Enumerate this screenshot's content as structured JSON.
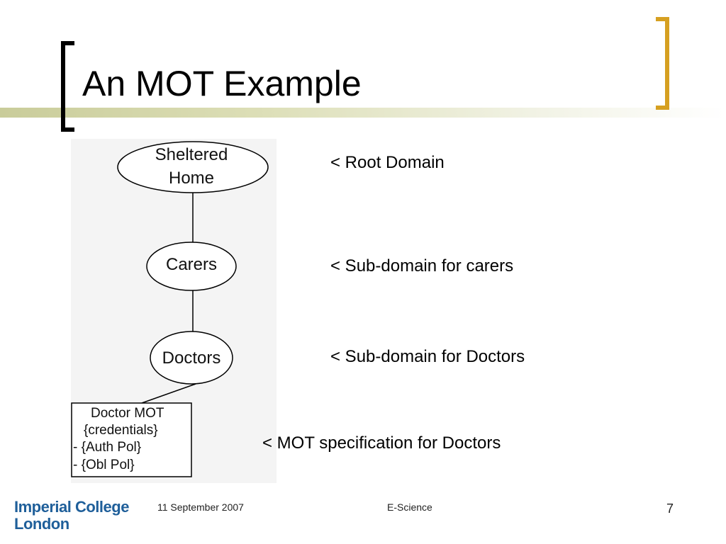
{
  "slide": {
    "title": "An MOT Example"
  },
  "diagram": {
    "nodes": {
      "root_line1": "Sheltered",
      "root_line2": "Home",
      "carers": "Carers",
      "doctors": "Doctors"
    },
    "mot_box": {
      "line1": "Doctor MOT",
      "line2": "{credentials}",
      "line3": "- {Auth Pol}",
      "line4": "- {Obl Pol}"
    }
  },
  "notes": {
    "root": "< Root Domain",
    "carers": "< Sub-domain for carers",
    "doctors": "< Sub-domain for Doctors",
    "mot": "< MOT specification for Doctors"
  },
  "footer": {
    "logo_line1": "Imperial College",
    "logo_line2": "London",
    "date": "11 September 2007",
    "event": "E-Science",
    "page": "7"
  },
  "colors": {
    "bracket_left": "#000000",
    "bracket_right": "#d6a021",
    "logo": "#1f5f9a"
  }
}
